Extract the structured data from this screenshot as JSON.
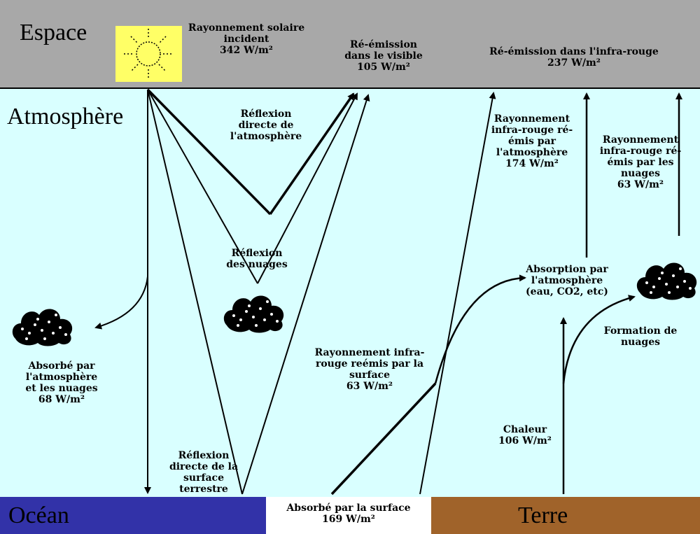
{
  "regions": {
    "space": "Espace",
    "atmosphere": "Atmosphère",
    "ocean": "Océan",
    "land": "Terre"
  },
  "labels": {
    "incident": [
      "Rayonnement solaire",
      "incident",
      "342 W/m²"
    ],
    "visible_reemission": [
      "Ré-émission",
      "dans le visible",
      "105 W/m²"
    ],
    "ir_reemission": [
      "Ré-émission dans l'infra-rouge",
      "237 W/m²"
    ],
    "atmo_reflection": [
      "Réflexion",
      "directe de",
      "l'atmosphère"
    ],
    "cloud_reflection": [
      "Réflexion",
      "des nuages"
    ],
    "absorbed_atmo_clouds": [
      "Absorbé par",
      "l'atmosphère",
      "et les nuages",
      "68 W/m²"
    ],
    "surface_reflection": [
      "Réflexion",
      "directe de la",
      "surface",
      "terrestre"
    ],
    "surface_ir": [
      "Rayonnement infra-",
      "rouge reémis par la",
      "surface",
      "63 W/m²"
    ],
    "atmo_ir": [
      "Rayonnement",
      "infra-rouge ré-",
      "émis par",
      "l'atmosphère",
      "174 W/m²"
    ],
    "cloud_ir": [
      "Rayonnement",
      "infra-rouge ré-",
      "émis par les",
      "nuages",
      "63 W/m²"
    ],
    "atmo_absorption": [
      "Absorption par",
      "l'atmosphère",
      "(eau, CO2, etc)"
    ],
    "cloud_formation": [
      "Formation de",
      "nuages"
    ],
    "heat": [
      "Chaleur",
      "106 W/m²"
    ],
    "surface_absorbed": [
      "Absorbé par la surface",
      "169 W/m²"
    ]
  },
  "colors": {
    "space": "#a8a8a8",
    "atmosphere": "#d9ffff",
    "ocean": "#3232a8",
    "land": "#a0632a",
    "sun": "#ffff66"
  },
  "icons": [
    "sun-icon",
    "cloud-icon"
  ]
}
